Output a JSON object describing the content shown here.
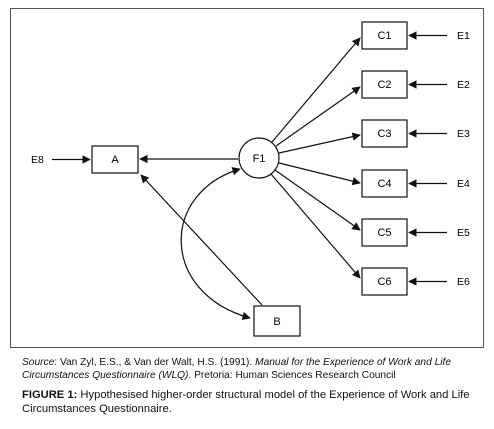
{
  "diagram": {
    "nodes": {
      "C1": "C1",
      "C2": "C2",
      "C3": "C3",
      "C4": "C4",
      "C5": "C5",
      "C6": "C6",
      "E1": "E1",
      "E2": "E2",
      "E3": "E3",
      "E4": "E4",
      "E5": "E5",
      "E6": "E6",
      "F1": "F1",
      "A": "A",
      "B": "B",
      "E8": "E8"
    }
  },
  "caption": {
    "source_label": "Source",
    "source_plain_1": ": Van Zyl, E.S., & Van der Walt, H.S. (1991). ",
    "source_title_1": "Manual for the Experience of Work and Life",
    "source_title_2": "Circumstances Questionnaire (WLQ)",
    "source_plain_2": ". Pretoria: Human Sciences Research Council",
    "figure_label": "FIGURE 1:",
    "figure_text": " Hypothesised higher-order structural model of the Experience of Work and Life Circumstances Questionnaire."
  }
}
